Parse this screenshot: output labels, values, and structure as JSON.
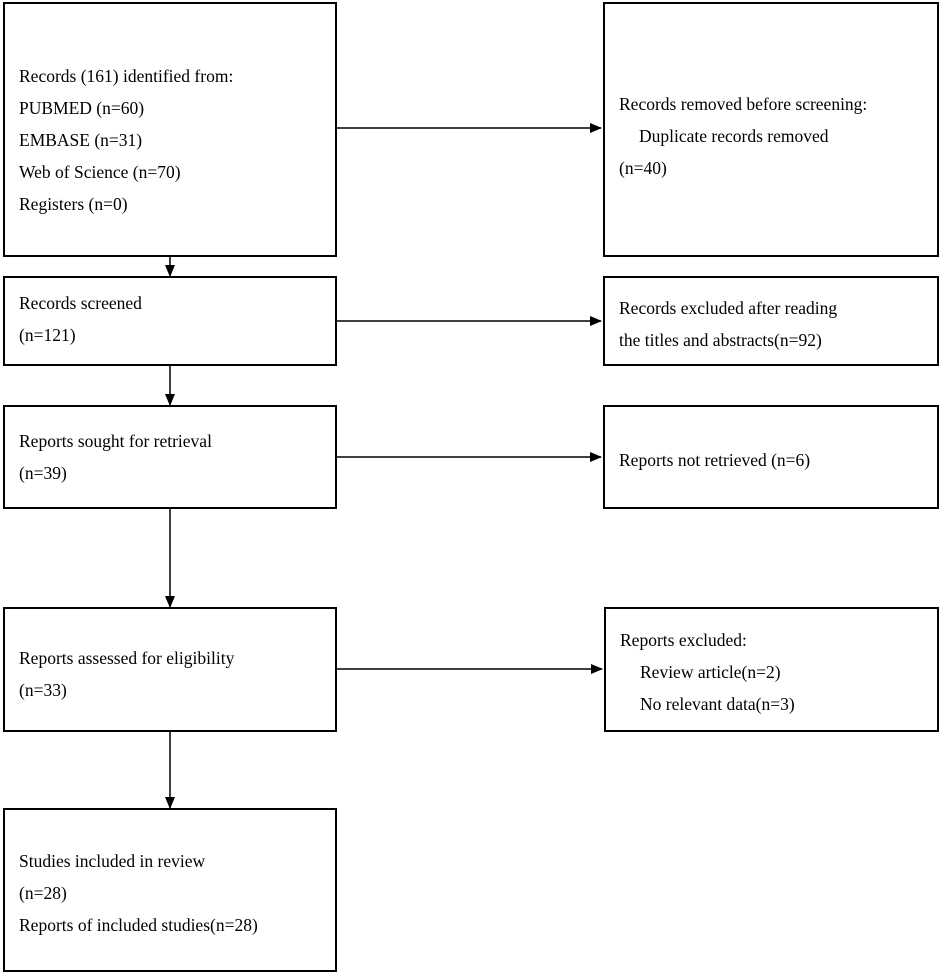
{
  "identification": {
    "header": "Records (161) identified from:",
    "sources": [
      "PUBMED (n=60)",
      "EMBASE (n=31)",
      "Web of Science (n=70)",
      "Registers (n=0)"
    ]
  },
  "removed": {
    "title": "Records removed before screening:",
    "item": "Duplicate records removed",
    "count": "(n=40)"
  },
  "screened": {
    "title": "Records screened",
    "count": "(n=121)"
  },
  "excluded_screening": {
    "line1": "Records excluded after reading",
    "line2": "the titles and abstracts(n=92)"
  },
  "retrieval": {
    "title": "Reports sought for retrieval",
    "count": "(n=39)"
  },
  "not_retrieved": {
    "title": "Reports not retrieved (n=6)"
  },
  "eligibility": {
    "title": "Reports assessed for eligibility",
    "count": "(n=33)"
  },
  "reports_excluded": {
    "title": "Reports excluded:",
    "reasons": [
      "Review article(n=2)",
      "No relevant data(n=3)"
    ]
  },
  "included": {
    "title": "Studies included in review",
    "count": "(n=28)",
    "reports": "Reports of included studies(n=28)"
  }
}
